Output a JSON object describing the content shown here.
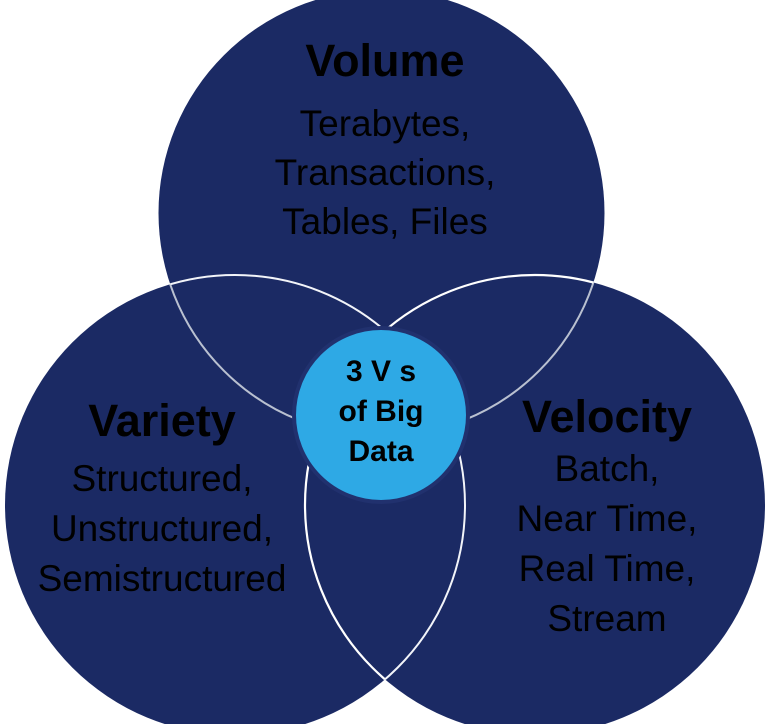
{
  "diagram": {
    "center": {
      "line1": "3 V s",
      "line2": "of Big",
      "line3": "Data"
    },
    "volume": {
      "title": "Volume",
      "lines": [
        "Terabytes,",
        "Transactions,",
        "Tables, Files"
      ]
    },
    "variety": {
      "title": "Variety",
      "lines": [
        "Structured,",
        "Unstructured,",
        "Semistructured"
      ]
    },
    "velocity": {
      "title": "Velocity",
      "lines": [
        "Batch,",
        "Near Time,",
        "Real Time,",
        "Stream"
      ]
    }
  },
  "colors": {
    "background": "#FFFFFF",
    "circle_fill": "#1B2A64",
    "center_fill": "#2EA9E5",
    "center_border": "#21316E",
    "outline_top_circle": "#B9C0D0",
    "outline_left_circle": "#F2F4F9",
    "outline_right_circle": "#FFFFFF",
    "text": "#000000"
  }
}
